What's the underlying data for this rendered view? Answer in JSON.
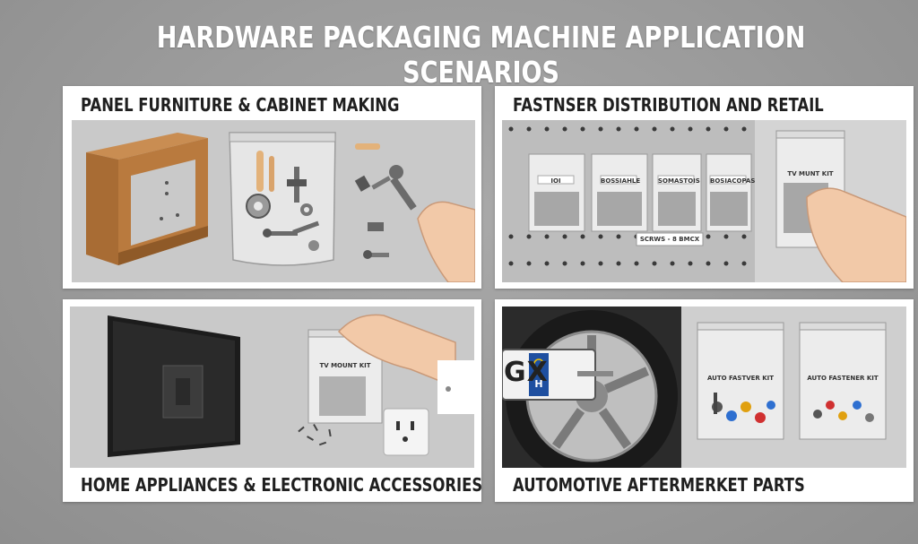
{
  "title": "HARDWARE PACKAGING MACHINE APPLICATION SCENARIOS",
  "panels": {
    "furniture": {
      "title": "PANEL FURNITURE & CABINET MAKING"
    },
    "fastener": {
      "title": "FASTNSER DISTRIBUTION AND RETAIL",
      "bag_labels": [
        "IOI",
        "BOSSIAHLE",
        "SOMASTOIS",
        "BOSIACOPAS"
      ],
      "shelf_tag": "SCRWS - 8 BMCX",
      "held_bag_label": "TV MUNT KIT"
    },
    "appliances": {
      "title": "HOME APPLIANCES & ELECTRONIC ACCESSORIES",
      "bag_label": "TV MOUNT KIT"
    },
    "automotive": {
      "title": "AUTOMOTIVE AFTERMERKET PARTS",
      "plate_text": "GX",
      "plate_country": "H",
      "bag_labels": [
        "AUTO FASTVER KIT",
        "AUTO FASTENER KIT"
      ]
    }
  },
  "colors": {
    "panel_bg": "#ffffff",
    "scene_bg": "#c9c9c9",
    "wood": "#b97a3e",
    "title": "#ffffff"
  }
}
